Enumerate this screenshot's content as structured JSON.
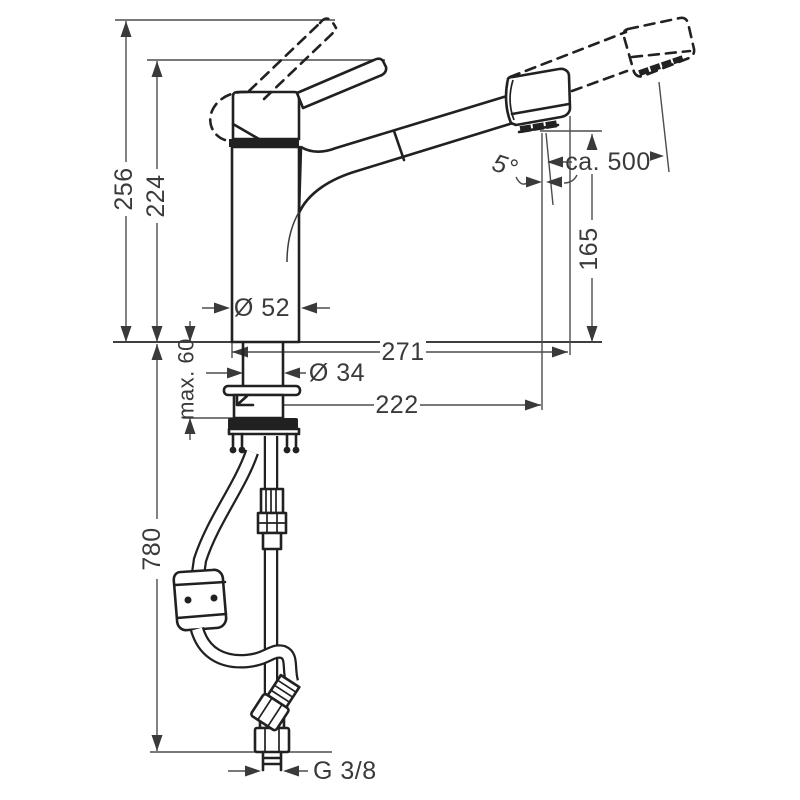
{
  "drawing": {
    "type": "technical-installation-drawing",
    "subject": "single-lever kitchen mixer with pull-out spray",
    "background_color": "#ffffff",
    "line_color": "#212121",
    "dimension_color": "#4d4d4d"
  },
  "labels": {
    "height_raised_lever": "256",
    "height_lever": "224",
    "body_diameter": "Ø 52",
    "max_deck_thickness": "max. 60",
    "hose_drop": "780",
    "reach_total": "271",
    "shank_diameter": "Ø 34",
    "reach_outlet": "222",
    "spray_angle": "5°",
    "pull_out_length": "ca. 500",
    "outlet_height": "165",
    "thread": "G 3/8"
  }
}
